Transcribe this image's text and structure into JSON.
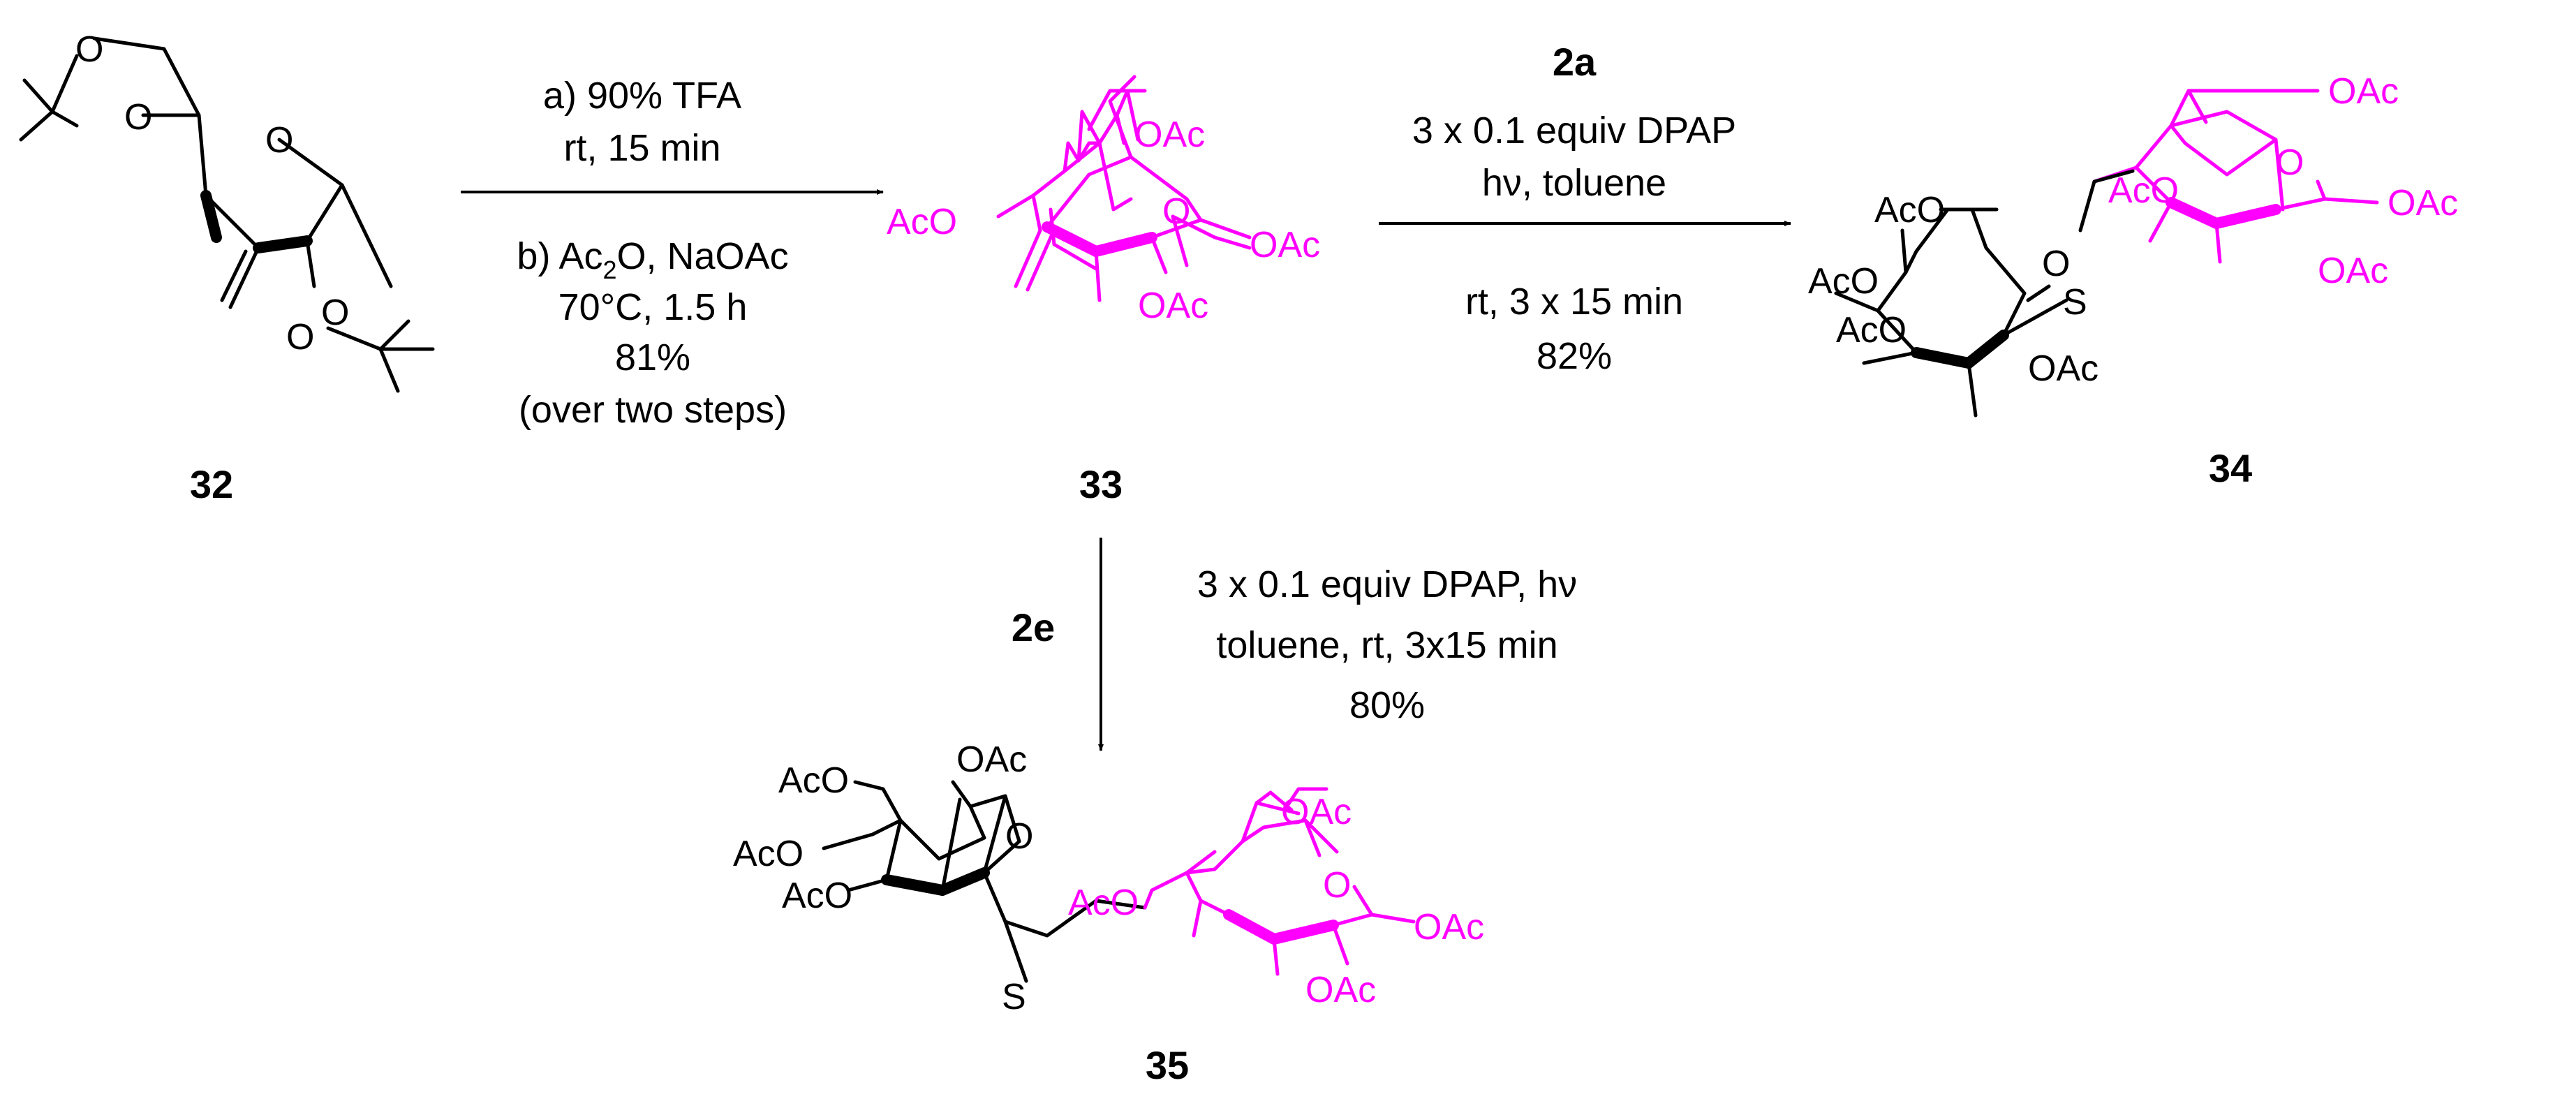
{
  "colors": {
    "starting_fragment": "#000000",
    "sugar_fragment": "#ff00ff",
    "background": "#ffffff"
  },
  "compounds": {
    "c32": {
      "number": "32",
      "atoms": {
        "o1": "O",
        "o2": "O",
        "o3": "O",
        "o4": "O",
        "o5": "O"
      }
    },
    "c33": {
      "number": "33",
      "atoms": {
        "oac_top": "OAc",
        "aco_left": "AcO",
        "o_ring": "O",
        "oac_right": "OAc",
        "oac_bottom": "OAc"
      }
    },
    "c34": {
      "number": "34",
      "atoms": {
        "oac_top": "OAc",
        "aco_mag": "AcO",
        "o_ring_mag": "O",
        "oac_right": "OAc",
        "oac_mag_bottom": "OAc",
        "aco_1": "AcO",
        "aco_2": "AcO",
        "aco_3": "AcO",
        "o_ring_blk": "O",
        "s": "S",
        "oac_blk_bottom": "OAc"
      }
    },
    "c35": {
      "number": "35",
      "atoms": {
        "aco_1": "AcO",
        "oac_top_blk": "OAc",
        "aco_2": "AcO",
        "aco_3": "AcO",
        "o_ring_blk": "O",
        "s": "S",
        "oac_top_mag": "OAc",
        "aco_mag": "AcO",
        "o_ring_mag": "O",
        "oac_right": "OAc",
        "oac_mag_bottom": "OAc"
      }
    }
  },
  "step1": {
    "line_a": "a) 90% TFA",
    "line_a2": "rt, 15  min",
    "line_b_prefix": "b) Ac",
    "line_b_sub": "2",
    "line_b_suffix": "O, NaOAc",
    "line_temp": "70°C, 1.5 h",
    "line_yield": "81%",
    "line_note": "(over two steps)"
  },
  "step2": {
    "reagent": "2a",
    "line1": "3 x 0.1 equiv DPAP",
    "line2": "hν, toluene",
    "line3": "rt,  3 x 15 min",
    "line4": "82%"
  },
  "step3": {
    "reagent": "2e",
    "line1": "3 x 0.1 equiv DPAP,  hν",
    "line2": "toluene, rt,  3x15 min",
    "line3": "80%"
  }
}
